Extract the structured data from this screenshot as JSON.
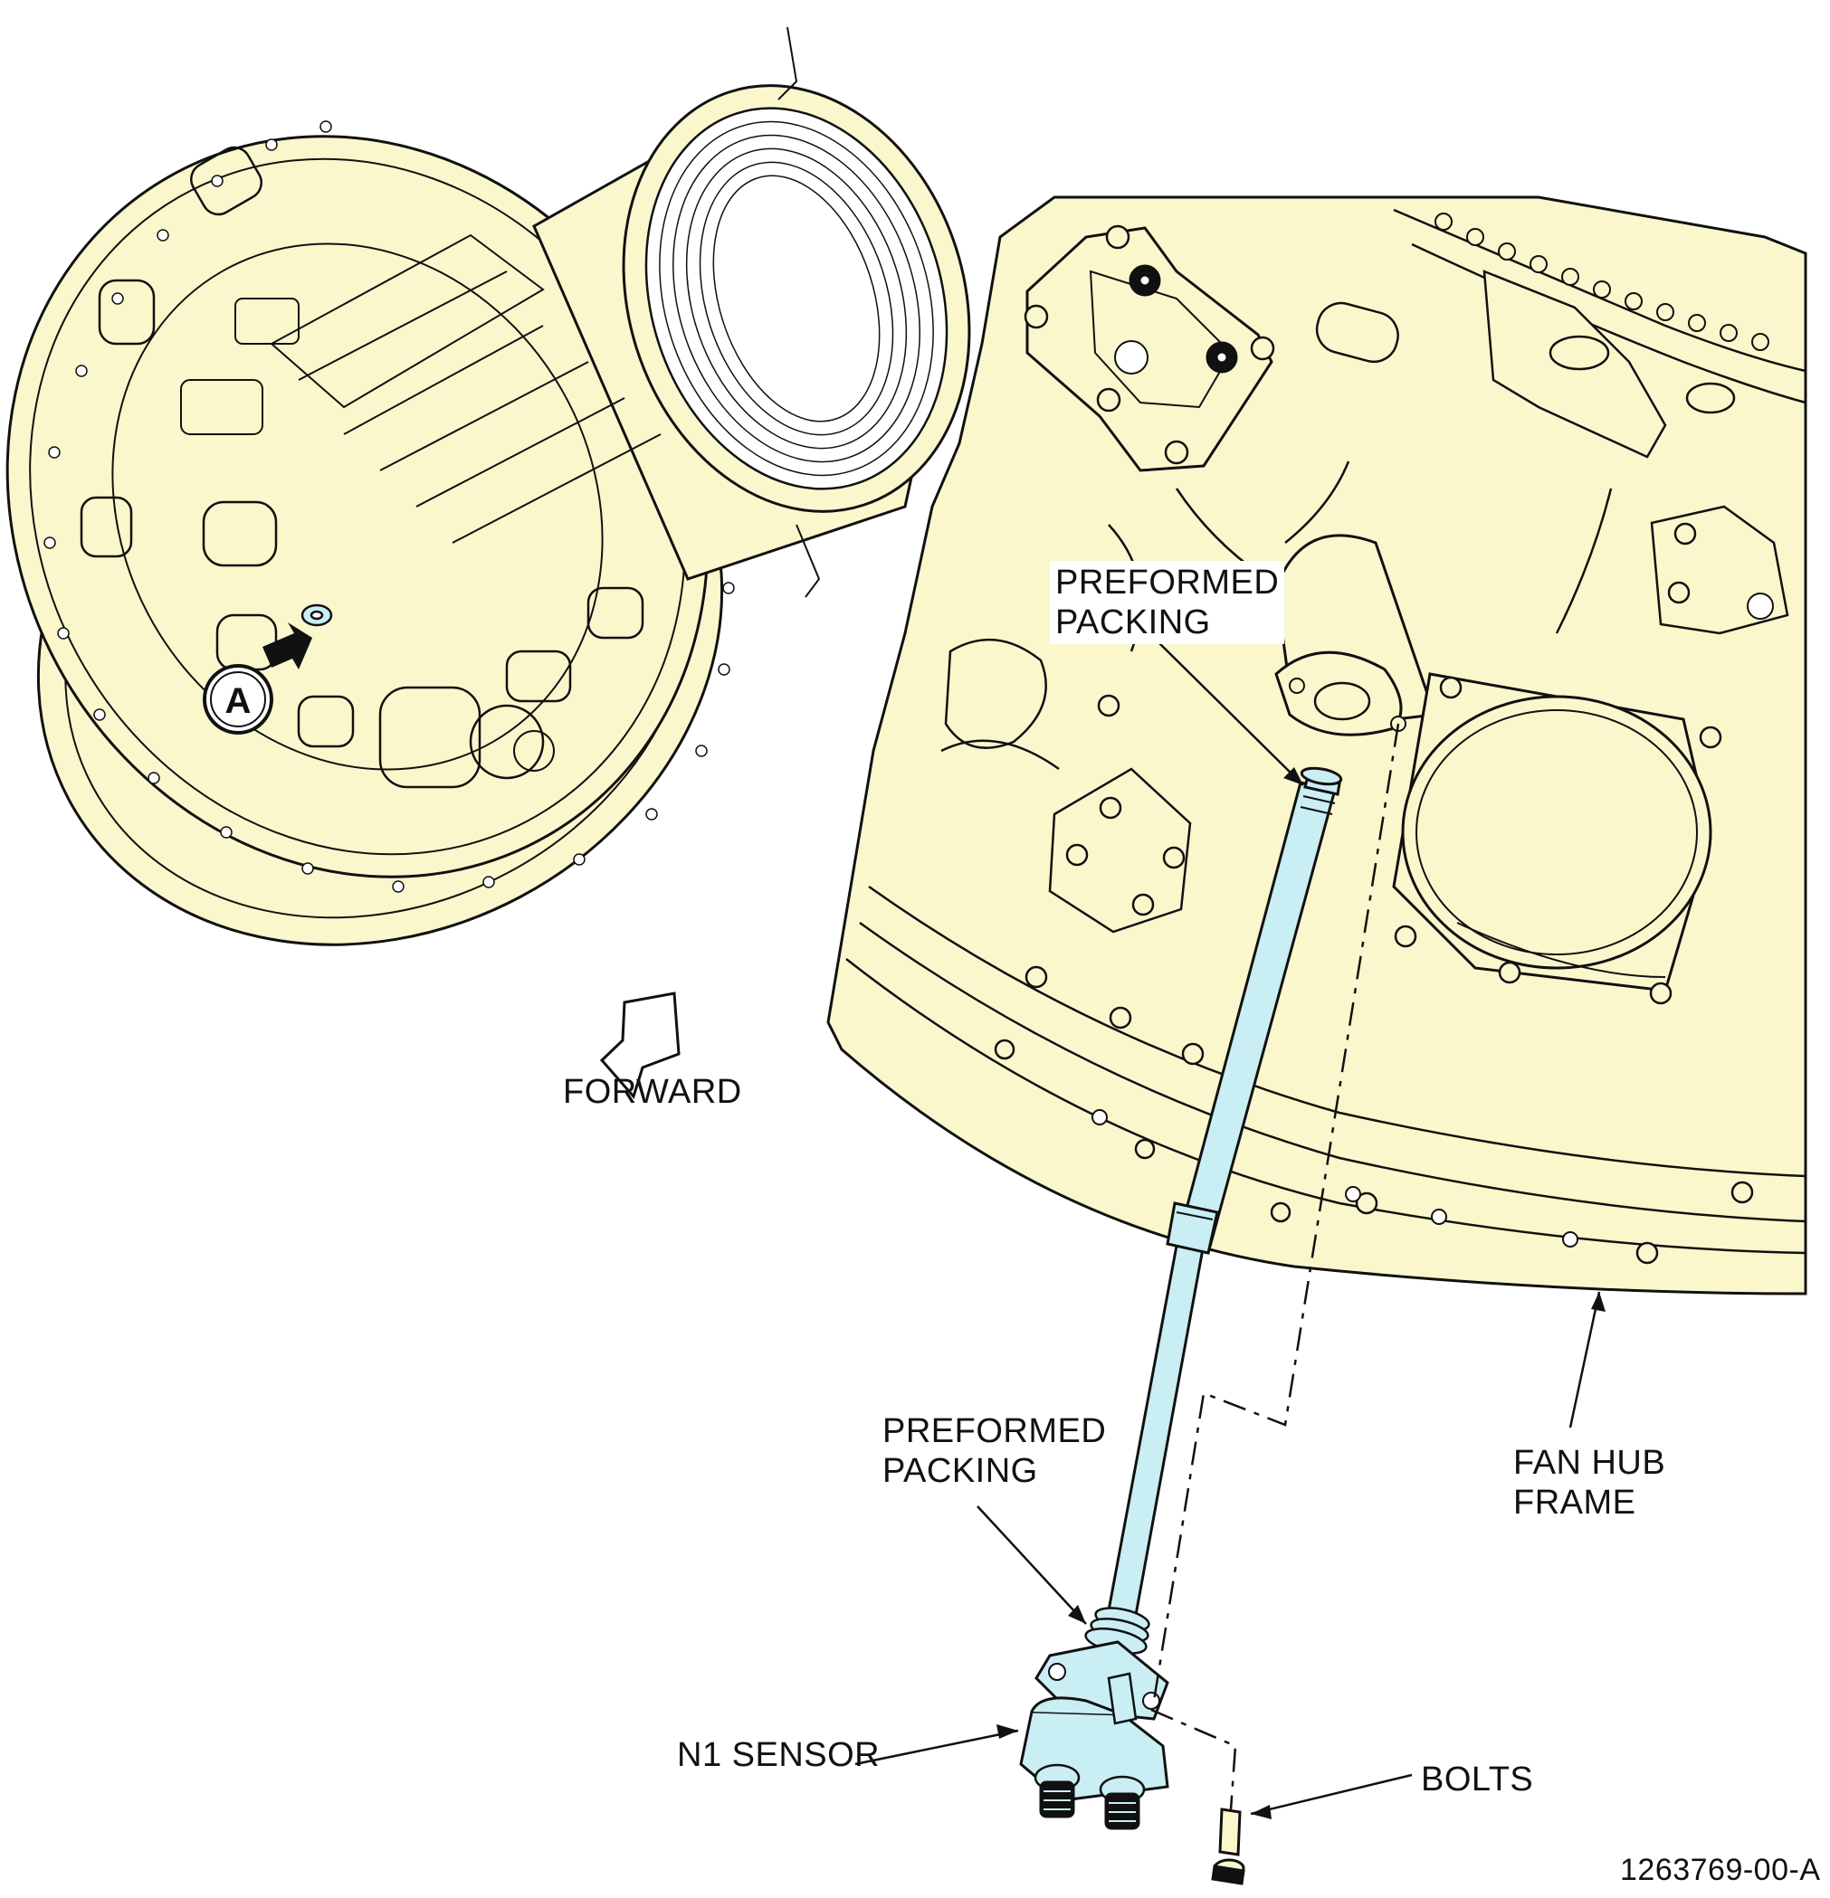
{
  "colors": {
    "part_fill": "#fbf7cc",
    "sensor_fill": "#c9eef3",
    "ink": "#111111",
    "background": "#ffffff"
  },
  "view_callout": {
    "letter": "A"
  },
  "labels": {
    "preformed_packing_upper": [
      "PREFORMED",
      "PACKING"
    ],
    "preformed_packing_lower": [
      "PREFORMED",
      "PACKING"
    ],
    "fan_hub_frame": [
      "FAN HUB",
      "FRAME"
    ],
    "n1_sensor": "N1 SENSOR",
    "bolts": "BOLTS",
    "forward": "FORWARD"
  },
  "figure_id": "1263769-00-A",
  "icons": [
    "forward-arrow-icon",
    "view-arrow-icon"
  ]
}
